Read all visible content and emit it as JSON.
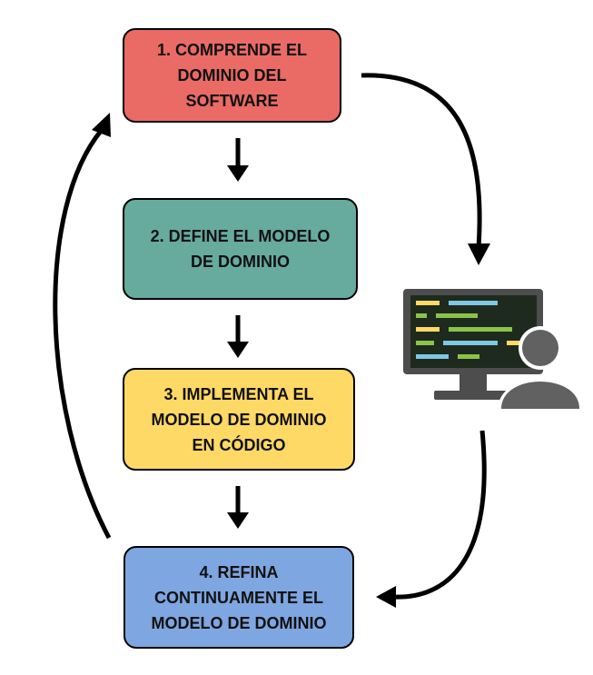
{
  "steps": [
    {
      "number": "1.",
      "lines": [
        "1. COMPRENDE EL",
        "DOMINIO DEL",
        "SOFTWARE"
      ],
      "color": "#ea6b66"
    },
    {
      "number": "2.",
      "lines": [
        "2. DEFINE EL MODELO",
        "DE DOMINIO"
      ],
      "color": "#67ab9f"
    },
    {
      "number": "3.",
      "lines": [
        "3. IMPLEMENTA EL",
        "MODELO DE DOMINIO",
        "EN CÓDIGO"
      ],
      "color": "#ffd966"
    },
    {
      "number": "4.",
      "lines": [
        "4. REFINA",
        "CONTINUAMENTE EL",
        "MODELO DE DOMINIO"
      ],
      "color": "#7ea6e0"
    }
  ],
  "icons": {
    "developer": "developer-at-computer-icon"
  },
  "colors": {
    "stroke": "#000000",
    "monitor": "#4d4d4d",
    "screen": "#1e2a1e",
    "person": "#616161",
    "code_yellow": "#ffd966",
    "code_blue": "#7ec8e3",
    "code_green": "#8bc34a"
  }
}
